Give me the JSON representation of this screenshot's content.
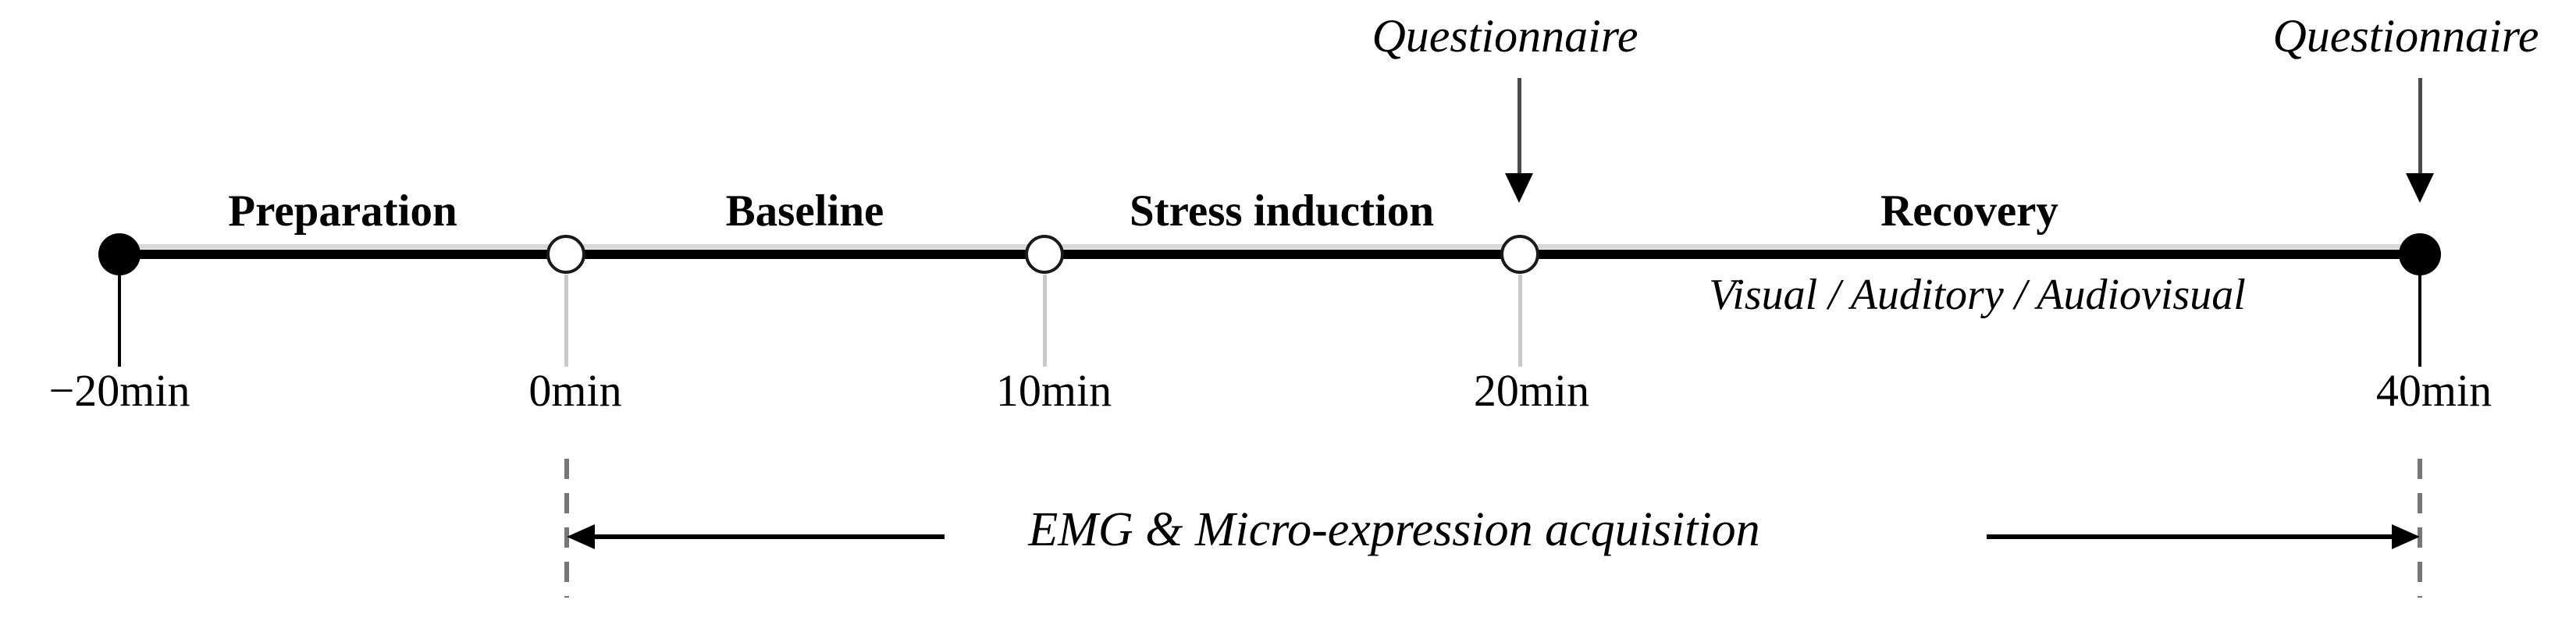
{
  "figure": {
    "type": "experiment-protocol-timeline",
    "colors": {
      "text": "#000000",
      "timeline": "#000000",
      "timeline_highlight": "#d8d8d8",
      "tick_gray": "#c9c9c9",
      "dashed_guide": "#777777"
    },
    "timeline": {
      "phases": [
        {
          "label": "Preparation"
        },
        {
          "label": "Baseline"
        },
        {
          "label": "Stress induction"
        },
        {
          "label": "Recovery",
          "sublabel": "Visual / Auditory / Audiovisual"
        }
      ],
      "points": [
        {
          "label": "−20min",
          "marker": "filled-dot"
        },
        {
          "label": "0min",
          "marker": "open-circle"
        },
        {
          "label": "10min",
          "marker": "open-circle"
        },
        {
          "label": "20min",
          "marker": "open-circle",
          "annotation": "Questionnaire"
        },
        {
          "label": "40min",
          "marker": "filled-dot",
          "annotation": "Questionnaire"
        }
      ],
      "acquisition": {
        "label": "EMG & Micro-expression acquisition",
        "from": "0min",
        "to": "40min"
      }
    }
  }
}
